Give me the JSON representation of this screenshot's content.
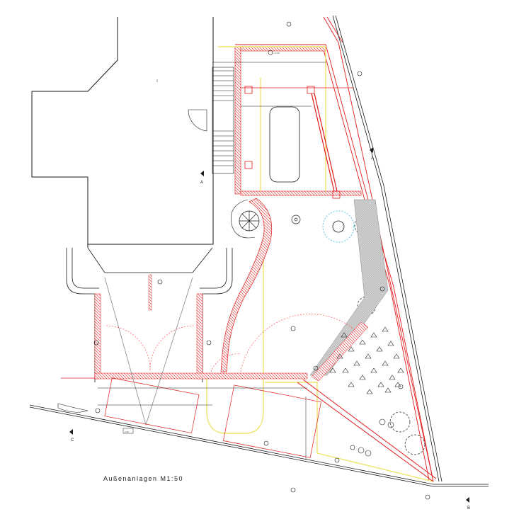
{
  "drawing": {
    "title": "Außenanlagen M1:50"
  },
  "section_marks": {
    "a_left": "A",
    "a_right": "A",
    "b_bottom": "B",
    "c_left": "C"
  },
  "labels": {
    "dim_bottom": "3,10",
    "ref_top": "+ 0,45"
  },
  "colors": {
    "wall_red": "#e21b1b",
    "path_yellow": "#f2e46a",
    "line_black": "#1a1a1a",
    "swing_red": "#ff3b3b",
    "planting_cyan": "#56c6e8"
  }
}
